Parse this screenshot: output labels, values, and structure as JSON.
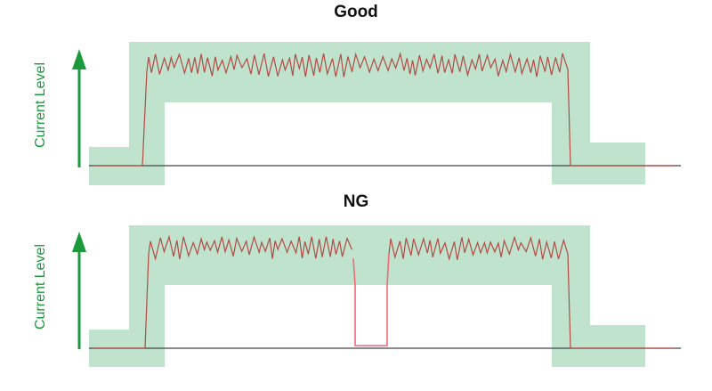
{
  "panels": [
    {
      "id": "good",
      "title": "Good",
      "y_axis_label": "Current Level",
      "has_dropout": false
    },
    {
      "id": "ng",
      "title": "NG",
      "y_axis_label": "Current Level",
      "has_dropout": true
    }
  ],
  "colors": {
    "band": "#bfe3cc",
    "waveform": "#b24a45",
    "dropout": "#f06a7a",
    "baseline": "#444444",
    "arrow": "#1a9a3d",
    "label": "#1a9a3d",
    "title": "#111111"
  }
}
